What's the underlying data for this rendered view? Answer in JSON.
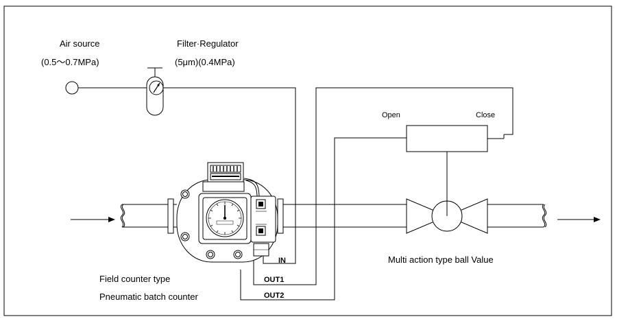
{
  "labels": {
    "air_source": "Air source",
    "air_pressure": "(0.5～0.7MPa)",
    "filter_regulator": "Filter·Regulator",
    "filter_spec": "(5μm)(0.4MPa)",
    "open": "Open",
    "close": "Close",
    "multi_action": "Multi action type ball Value",
    "field_counter": "Field counter type",
    "pneumatic_batch": "Pneumatic batch counter",
    "port_in": "IN",
    "port_out1": "OUT1",
    "port_out2": "OUT2"
  }
}
